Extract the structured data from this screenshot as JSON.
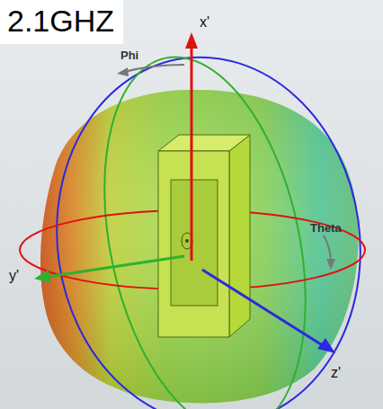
{
  "diagram": {
    "title": "2.1GHZ",
    "labels": [
      "x'",
      "Phi",
      "Theta",
      "y'",
      "z'"
    ]
  }
}
